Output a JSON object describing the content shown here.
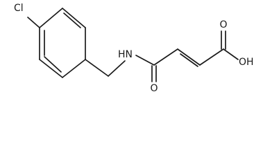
{
  "molecule": {
    "labels": {
      "chlorine": "Cl",
      "amide_nitrogen": "HN",
      "amide_oxygen": "O",
      "acid_carbonyl_oxygen": "O",
      "acid_hydroxyl": "OH"
    },
    "colors": {
      "bond": "#1a1a1a",
      "label": "#1a1a1a",
      "background": "#ffffff"
    }
  }
}
